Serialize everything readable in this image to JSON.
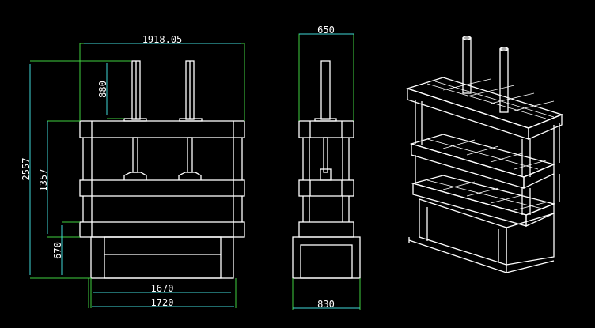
{
  "drawing": {
    "front_view": {
      "overall_width": "1918.05",
      "cylinder_height": "880",
      "total_height": "2557",
      "frame_height": "1357",
      "base_height": "670",
      "base_inner_width": "1670",
      "base_outer_width": "1720"
    },
    "side_view": {
      "top_width": "650",
      "base_width": "830"
    },
    "colors": {
      "background": "#000000",
      "lines": "#ffffff",
      "dimension": "#3fd9d9",
      "extension": "#40d040"
    }
  }
}
